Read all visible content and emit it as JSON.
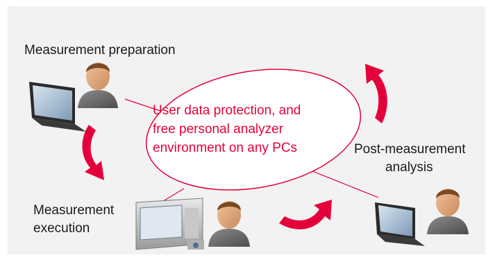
{
  "diagram": {
    "labels": {
      "measurement_preparation": "Measurement preparation",
      "measurement_execution_line1": "Measurement",
      "measurement_execution_line2": "execution",
      "post_measurement_line1": "Post-measurement",
      "post_measurement_line2": "analysis"
    },
    "center_text": {
      "line1": "User data protection, and",
      "line2": "free personal analyzer",
      "line3": "environment on any PCs"
    },
    "colors": {
      "accent": "#e4003a",
      "panel": "#f2f2f2",
      "text": "#1a1a1a"
    },
    "icons": [
      "person-icon",
      "laptop-icon",
      "analyzer-instrument-icon",
      "curved-arrow-icon"
    ]
  }
}
